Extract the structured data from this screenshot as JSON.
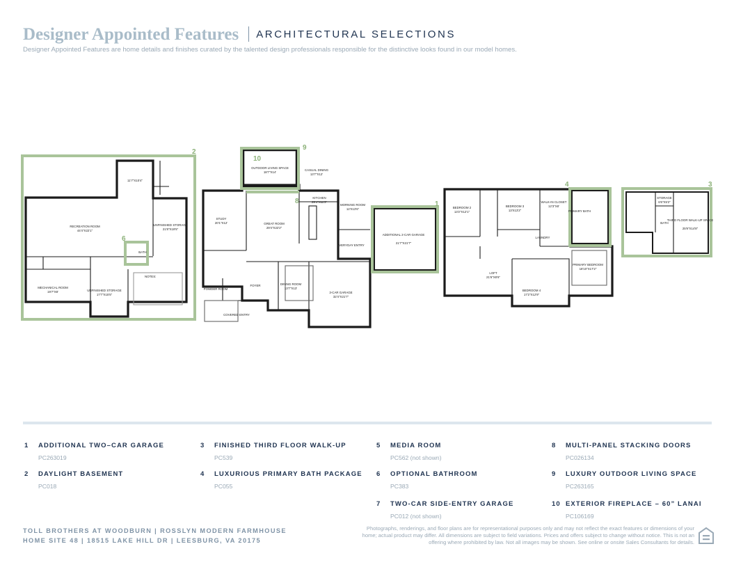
{
  "header": {
    "title": "Designer Appointed Features",
    "subtitle": "ARCHITECTURAL SELECTIONS",
    "intro": "Designer Appointed Features are home details and finishes curated by the talented design professionals responsible for the distinctive looks found in our model homes."
  },
  "plan_callouts": [
    "1",
    "2",
    "3",
    "4",
    "6",
    "8",
    "9",
    "10"
  ],
  "plan_labels": {
    "recreation_room": "RECREATION ROOM",
    "recreation_room_dim": "44'4\"X22'1\"",
    "top_room_dim": "11'7\"X10'4\"",
    "unfinished_storage_r": "UNFINISHED STORAGE",
    "unfinished_storage_r_dim": "21'8\"X19'5\"",
    "mechanical_room": "MECHANICAL ROOM",
    "mechanical_room_dim": "19'7\"X8'",
    "unfinished_storage_b": "UNFINISHED STORAGE",
    "unfinished_storage_b_dim": "17'7\"X15'5\"",
    "bath": "BATH",
    "notes": "NOTES:",
    "outdoor_living": "OUTDOOR LIVING SPACE",
    "outdoor_living_dim": "18'7\"X14'",
    "casual_dining": "CASUAL DINING",
    "casual_dining_dim": "13'7\"X12'",
    "kitchen": "KITCHEN",
    "kitchen_dim": "29'4\"X11'3\"",
    "morning_room": "MORNING ROOM",
    "morning_room_dim": "12'X13'6\"",
    "study": "STUDY",
    "study_dim": "20'1\"X12'",
    "great_room": "GREAT ROOM",
    "great_room_dim": "29'4\"X22'2\"",
    "everyday_entry": "EVERYDAY ENTRY",
    "additional_garage": "ADDITIONAL 2-CAR GARAGE",
    "additional_garage_dim": "21'7\"X21'7\"",
    "foyer": "FOYER",
    "powder_room": "POWDER ROOM",
    "dining_room": "DINING ROOM",
    "dining_room_dim": "13'7\"X13'",
    "covered_entry": "COVERED ENTRY",
    "three_car_garage": "3-CAR GARAGE",
    "three_car_garage_dim": "32'4\"X21'7\"",
    "bedroom2": "BEDROOM 2",
    "bedroom2_dim": "13'2\"X12'1\"",
    "bedroom3": "BEDROOM 3",
    "bedroom3_dim": "13'X13'2\"",
    "walk_in_closet": "WALK-IN CLOSET",
    "walk_in_closet_dim": "12'3\"X8'",
    "primary_bath": "PRIMARY BATH",
    "laundry": "LAUNDRY",
    "loft": "LOFT",
    "loft_dim": "21'6\"X8'6\"",
    "primary_bedroom": "PRIMARY BEDROOM",
    "primary_bedroom_dim": "18'10\"X17'2\"",
    "bedroom4": "BEDROOM 4",
    "bedroom4_dim": "17'2\"X12'9\"",
    "storage": "STORAGE",
    "storage_dim": "6'6\"X5'2\"",
    "third_floor": "THIRD FLOOR WALK-UP SPACE",
    "third_floor_dim": "25'9\"X14'8\""
  },
  "features": [
    {
      "num": "1",
      "label": "ADDITIONAL TWO–CAR GARAGE",
      "code": "PC263019"
    },
    {
      "num": "2",
      "label": "DAYLIGHT BASEMENT",
      "code": "PC018"
    },
    {
      "num": "3",
      "label": "FINISHED THIRD FLOOR WALK-UP",
      "code": "PC539"
    },
    {
      "num": "4",
      "label": "LUXURIOUS PRIMARY BATH PACKAGE",
      "code": "PC055"
    },
    {
      "num": "5",
      "label": "MEDIA ROOM",
      "code": "PC562 (not shown)"
    },
    {
      "num": "6",
      "label": "OPTIONAL BATHROOM",
      "code": "PC383"
    },
    {
      "num": "7",
      "label": "TWO-CAR SIDE-ENTRY GARAGE",
      "code": "PC012 (not shown)"
    },
    {
      "num": "8",
      "label": "MULTI-PANEL STACKING DOORS",
      "code": "PC026134"
    },
    {
      "num": "9",
      "label": "LUXURY OUTDOOR LIVING SPACE",
      "code": "PC263165"
    },
    {
      "num": "10",
      "label": "EXTERIOR FIREPLACE – 60” LANAI",
      "code": "PC106169"
    }
  ],
  "footer": {
    "line1": "TOLL BROTHERS AT WOODBURN  |  ROSSLYN MODERN FARMHOUSE",
    "line2": "HOME SITE 48  |  18515 LAKE HILL DR  |  LEESBURG, VA 20175",
    "disclaimer": "Photographs, renderings, and floor plans are for representational purposes only and may not reflect the exact features or dimensions of your home; actual product may differ. All dimensions are subject to field variations. Prices and offers subject to change without notice. This is not an offering where prohibited by law. Not all images may be shown. See online or onsite Sales Consultants for details."
  },
  "colors": {
    "accent": "#a9c49a",
    "navy": "#1f3350",
    "muted": "#9aa9b6"
  }
}
